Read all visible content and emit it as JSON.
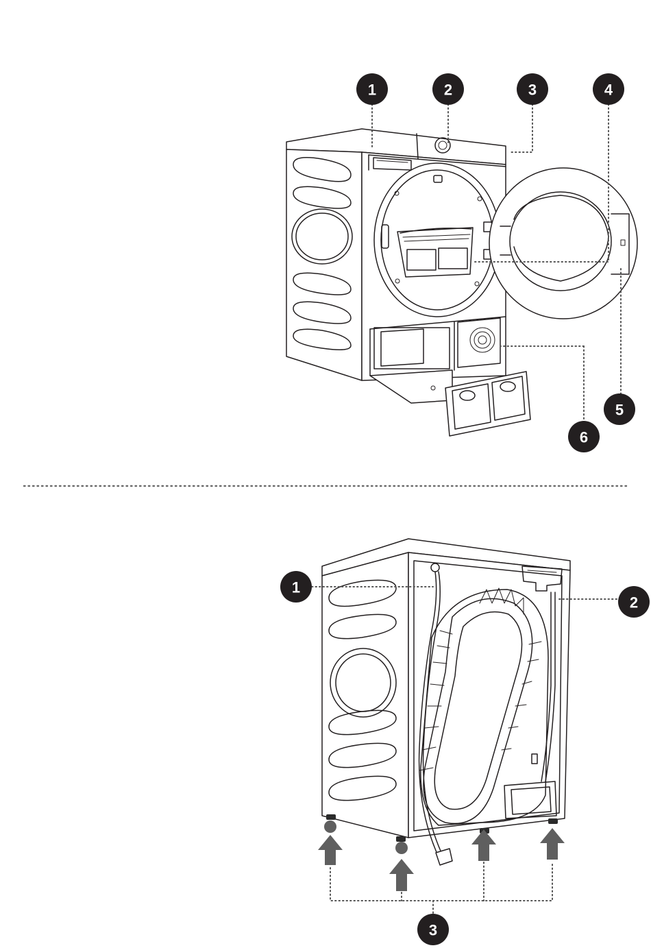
{
  "top_view": {
    "callouts": [
      {
        "label": "1"
      },
      {
        "label": "2"
      },
      {
        "label": "3"
      },
      {
        "label": "4"
      },
      {
        "label": "5"
      },
      {
        "label": "6"
      }
    ]
  },
  "bottom_view": {
    "callouts": [
      {
        "label": "1"
      },
      {
        "label": "2"
      },
      {
        "label": "3"
      }
    ]
  },
  "colors": {
    "callout_fill": "#231f20",
    "callout_text": "#ffffff",
    "line_art": "#231f20",
    "arrow_fill": "#5f5f5f"
  }
}
